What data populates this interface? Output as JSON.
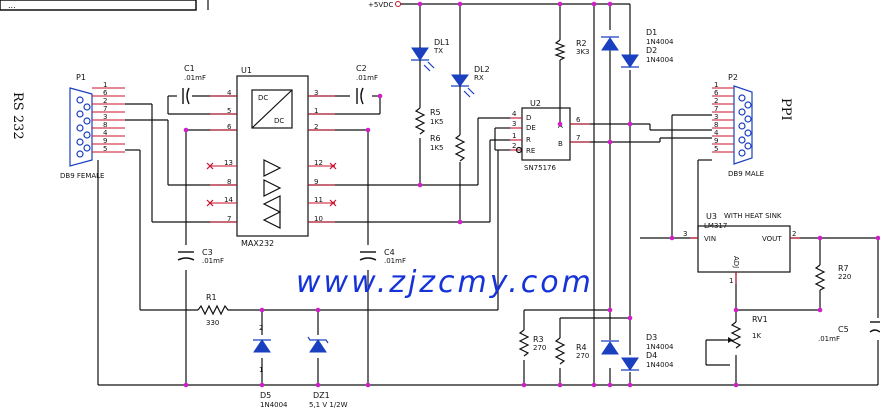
{
  "title_block": {
    "text": "..."
  },
  "power": {
    "vcc_label": "+5VDC"
  },
  "connectors": {
    "p1": {
      "ref": "P1",
      "type": "DB9 FEMALE",
      "pins_left": [
        "1",
        "6",
        "2",
        "7",
        "3",
        "8",
        "4",
        "9",
        "5"
      ],
      "side_label": "RS 232"
    },
    "p2": {
      "ref": "P2",
      "type": "DB9 MALE",
      "pins_left": [
        "1",
        "6",
        "2",
        "7",
        "3",
        "8",
        "4",
        "9",
        "5"
      ],
      "side_label": "PPI"
    }
  },
  "u1": {
    "ref": "U1",
    "part": "MAX232",
    "block_in": "DC",
    "block_out": "DC",
    "left_pins": [
      "4",
      "5",
      "6",
      "13",
      "8",
      "14",
      "7"
    ],
    "right_pins": [
      "3",
      "1",
      "2",
      "12",
      "9",
      "11",
      "10"
    ]
  },
  "u2": {
    "ref": "U2",
    "part": "SN75176",
    "left_pins": [
      "4",
      "3",
      "1",
      "2"
    ],
    "left_labels": [
      "D",
      "DE",
      "R",
      "RE"
    ],
    "right_pins": [
      "6",
      "7"
    ],
    "right_labels": [
      "A",
      "B"
    ]
  },
  "u3": {
    "ref": "U3",
    "part": "LM317",
    "note": "WITH HEAT SINK",
    "pin_in": "3",
    "in_label": "VIN",
    "pin_out": "2",
    "out_label": "VOUT",
    "adj_label": "ADJ",
    "pin_adj": "1"
  },
  "capacitors": [
    {
      "ref": "C1",
      "value": ".01mF"
    },
    {
      "ref": "C2",
      "value": ".01mF"
    },
    {
      "ref": "C3",
      "value": ".01mF"
    },
    {
      "ref": "C4",
      "value": ".01mF"
    },
    {
      "ref": "C5",
      "value": ".01mF"
    }
  ],
  "resistors": [
    {
      "ref": "R1",
      "value": "330"
    },
    {
      "ref": "R2",
      "value": "3K3"
    },
    {
      "ref": "R3",
      "value": "270"
    },
    {
      "ref": "R4",
      "value": "270"
    },
    {
      "ref": "R5",
      "value": "1K5"
    },
    {
      "ref": "R6",
      "value": "1K5"
    },
    {
      "ref": "R7",
      "value": "220"
    },
    {
      "ref": "RV1",
      "value": "1K"
    }
  ],
  "leds": [
    {
      "ref": "DL1",
      "label": "TX"
    },
    {
      "ref": "DL2",
      "label": "RX"
    }
  ],
  "diodes": [
    {
      "ref": "D1",
      "part": "1N4004"
    },
    {
      "ref": "D2",
      "part": "1N4004"
    },
    {
      "ref": "D3",
      "part": "1N4004"
    },
    {
      "ref": "D4",
      "part": "1N4004"
    },
    {
      "ref": "D5",
      "part": "1N4004",
      "pins": [
        "2",
        "1"
      ]
    },
    {
      "ref": "DZ1",
      "part": "5,1 V 1/2W"
    }
  ],
  "watermark": "www.zjzcmy.com"
}
